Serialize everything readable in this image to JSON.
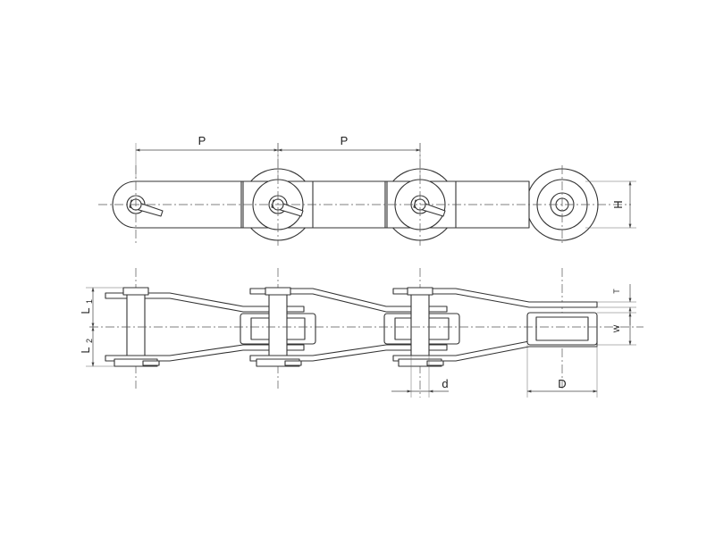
{
  "dimensions": {
    "pitch_1": "P",
    "pitch_2": "P",
    "height": "H",
    "thickness": "T",
    "width": "W",
    "pin_diameter": "d",
    "roller_diameter": "D",
    "l1_main": "L",
    "l1_sub": "1",
    "l2_main": "L",
    "l2_sub": "2"
  },
  "colors": {
    "line": "#333333",
    "background": "#ffffff"
  }
}
